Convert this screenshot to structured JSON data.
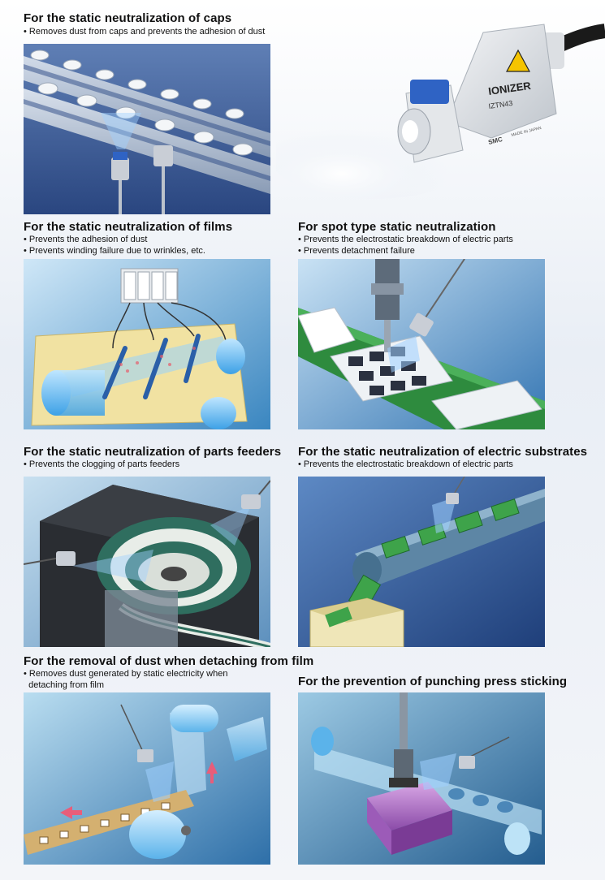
{
  "product": {
    "brand": "SMC",
    "name_label": "IONIZER",
    "model": "IZTN43",
    "made_in": "MADE IN JAPAN"
  },
  "sections": [
    {
      "title": "For the static neutralization of caps",
      "bullets": [
        "• Removes dust from caps and prevents the adhesion of dust"
      ]
    },
    {
      "title": "For the static neutralization of films",
      "bullets": [
        "• Prevents the adhesion of dust",
        "• Prevents winding failure due to wrinkles, etc."
      ]
    },
    {
      "title": "For spot type static neutralization",
      "bullets": [
        "• Prevents the electrostatic breakdown of electric parts",
        "• Prevents detachment failure"
      ]
    },
    {
      "title": "For the static neutralization of parts feeders",
      "bullets": [
        "• Prevents the clogging of parts feeders"
      ]
    },
    {
      "title": "For the static neutralization of electric substrates",
      "bullets": [
        "• Prevents the electrostatic breakdown of electric parts"
      ]
    },
    {
      "title": "For the removal of dust when detaching from film",
      "bullets": [
        "• Removes dust generated by static electricity when",
        "  detaching from film"
      ]
    },
    {
      "title": "For the prevention of punching press sticking",
      "bullets": []
    }
  ]
}
